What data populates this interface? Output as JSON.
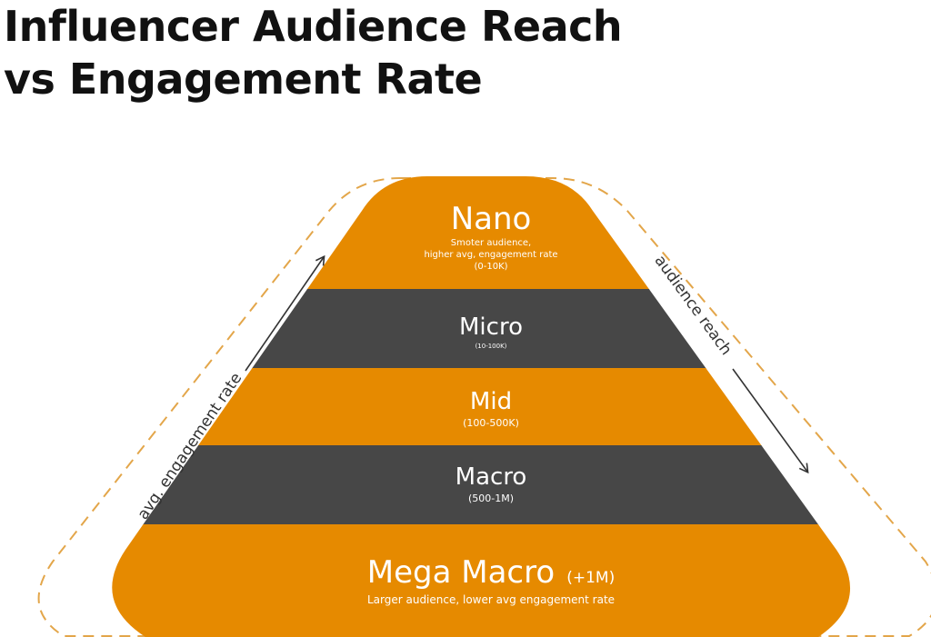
{
  "title": {
    "line1": "Influencer Audience Reach",
    "line2": "vs Engagement Rate"
  },
  "colors": {
    "orange": "#E68A00",
    "dark": "#474747",
    "outline": "#E3A64A",
    "arrow": "#333333"
  },
  "axes": {
    "left_label": "avg. engagement rate",
    "right_label": "audience reach"
  },
  "tiers": {
    "nano": {
      "name": "Nano",
      "desc1": "Smoter audience,",
      "desc2": "higher avg, engagement rate",
      "range": "(0-10K)"
    },
    "micro": {
      "name": "Micro",
      "range": "(10-100K)"
    },
    "mid": {
      "name": "Mid",
      "range": "(100-500K)"
    },
    "macro": {
      "name": "Macro",
      "range": "(500-1M)"
    },
    "mega": {
      "name": "Mega Macro",
      "range": "(+1M)",
      "desc": "Larger audience, lower avg engagement rate"
    }
  }
}
